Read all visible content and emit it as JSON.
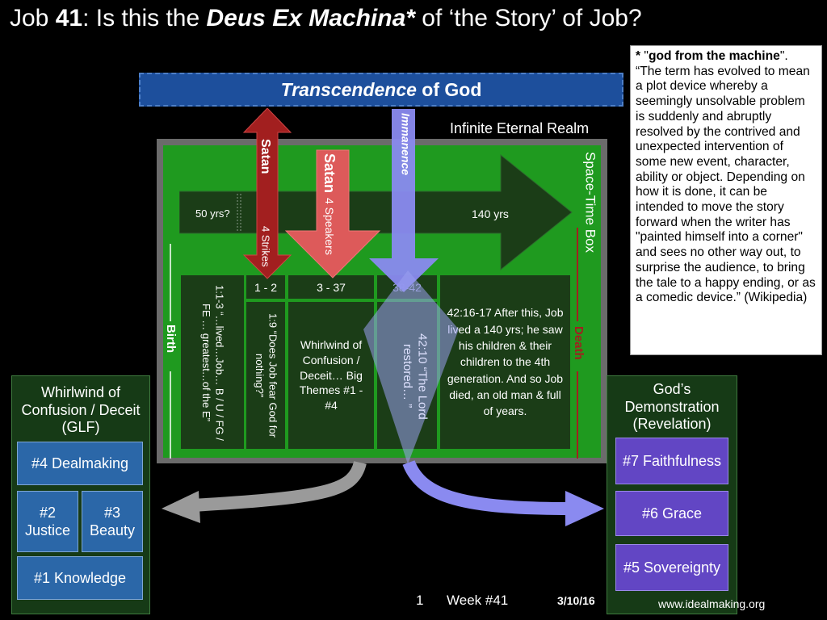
{
  "title": {
    "prefix": "Job ",
    "num": "41",
    "mid": ":  Is this the ",
    "em": "Deus Ex Machina*",
    "suffix": " of ‘the Story’ of Job?"
  },
  "transcendence": {
    "em": "Transcendence",
    "rest": " of God"
  },
  "infinite_realm": "Infinite Eternal Realm",
  "space_time_box": "Space-Time Box",
  "immanence": "Immanence",
  "satan1": {
    "label": "Satan",
    "sub": "4 Strikes"
  },
  "satan2": {
    "label": "Satan",
    "sub": "4 Speakers"
  },
  "timeline": {
    "left": "50 yrs?",
    "right": "140 yrs"
  },
  "birth": "Birth",
  "death": "Death",
  "chapters": {
    "c1": "1 - 2",
    "c2": "3 - 37",
    "c3": "38-42"
  },
  "panels": {
    "p1": "1:1-3 “…lived…Job… B / U / FG / FE … greatest…of the E”",
    "p2": "1:9 “Does Job fear God for nothing?”",
    "p3": "Whirlwind of Confusion / Deceit… Big Themes #1 - #4",
    "p4": "42:10 “The Lord restored… ”",
    "p5": "42:16-17 After this, Job lived a 140 yrs; he saw his children & their children to the 4th generation. And so Job died, an old man & full of years."
  },
  "callout": {
    "star": "*",
    "term": "god from the machine",
    "body": "“The term has evolved to mean a plot device whereby a seemingly unsolvable problem is suddenly and abruptly resolved by the contrived and unexpected intervention of some new event, character, ability or object. Depending on how it is done, it can be intended to move the story forward when the writer has \"painted himself into a corner\" and sees no other way out, to surprise the audience, to bring the tale to a happy ending, or as a comedic device.”    (Wikipedia)"
  },
  "left_box": {
    "title": "Whirlwind of Confusion / Deceit (GLF)",
    "items": [
      "#4 Dealmaking",
      "#2 Justice",
      "#3 Beauty",
      "#1 Knowledge"
    ]
  },
  "right_box": {
    "title": "God’s Demonstration (Revelation)",
    "items": [
      "#7 Faithfulness",
      "#6 Grace",
      "#5 Sovereignty"
    ]
  },
  "footer": {
    "page": "1",
    "week": "Week #41",
    "date": "3/10/16",
    "site": "www.idealmaking.org"
  },
  "colors": {
    "green": "#1f9a1f",
    "satan_dark": "#a21f1f",
    "satan_light": "#dd5a5a",
    "immanence": "#8a8af0",
    "tile_blue": "#2b67a8",
    "tile_purple": "#6246c4"
  }
}
